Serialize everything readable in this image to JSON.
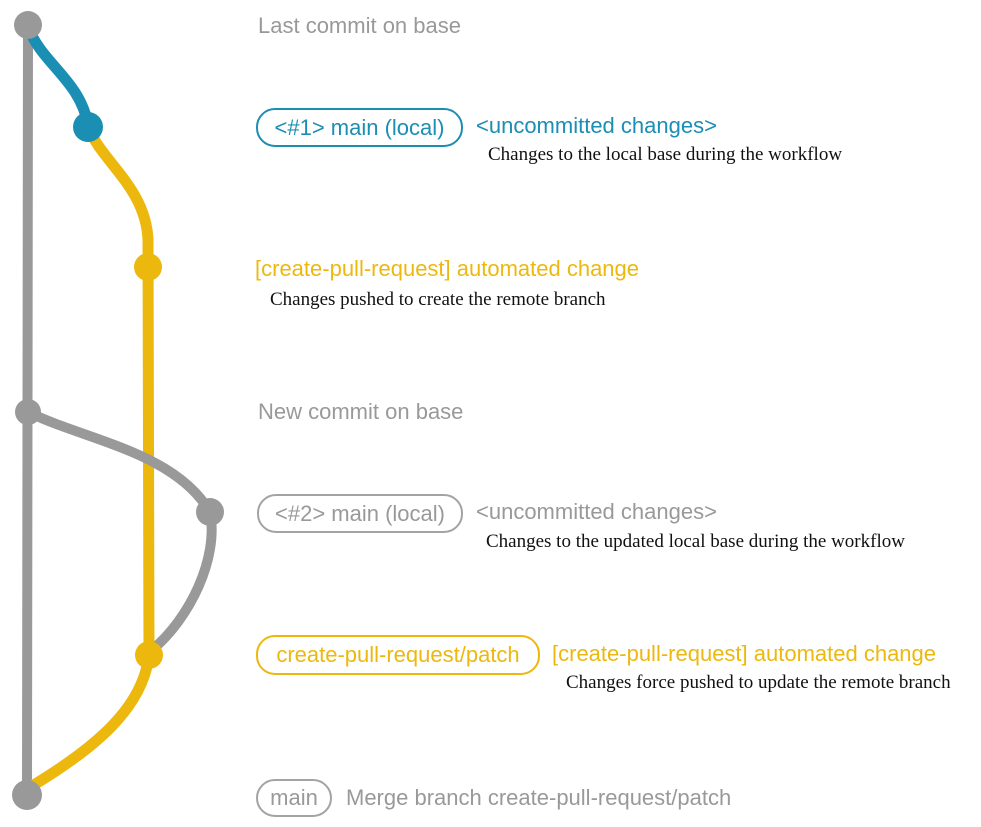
{
  "colors": {
    "gray": "#999999",
    "blue": "#1b8eb4",
    "yellow": "#edb80e",
    "description_text": "#111111",
    "background": "#ffffff"
  },
  "badges": {
    "main_local_1": "<#1> main (local)",
    "main_local_2": "<#2> main (local)",
    "patch_branch": "create-pull-request/patch",
    "main": "main"
  },
  "annotations": {
    "last_commit_heading": "Last commit on base",
    "new_commit_heading": "New commit on base",
    "uncommitted_changes_1": "<uncommitted changes>",
    "uncommitted_changes_1_desc": "Changes to the local base during the workflow",
    "automated_change_1": "[create-pull-request] automated change",
    "automated_change_1_desc": "Changes pushed to create the remote branch",
    "uncommitted_changes_2": "<uncommitted changes>",
    "uncommitted_changes_2_desc": "Changes to the updated local base during the workflow",
    "automated_change_2": "[create-pull-request] automated change",
    "automated_change_2_desc": "Changes force pushed to update the remote branch",
    "merge_commit": "Merge branch create-pull-request/patch"
  },
  "graph": {
    "commits": [
      {
        "id": "last-commit-on-base",
        "branch": "main",
        "color": "gray"
      },
      {
        "id": "uncommitted-changes-1",
        "branch": "main-local-1",
        "color": "blue"
      },
      {
        "id": "automated-change-1",
        "branch": "create-pull-request/patch",
        "color": "yellow"
      },
      {
        "id": "new-commit-on-base",
        "branch": "main",
        "color": "gray"
      },
      {
        "id": "uncommitted-changes-2",
        "branch": "main-local-2",
        "color": "gray"
      },
      {
        "id": "automated-change-2",
        "branch": "create-pull-request/patch",
        "color": "yellow"
      },
      {
        "id": "merge-commit",
        "branch": "main",
        "color": "gray"
      }
    ]
  }
}
